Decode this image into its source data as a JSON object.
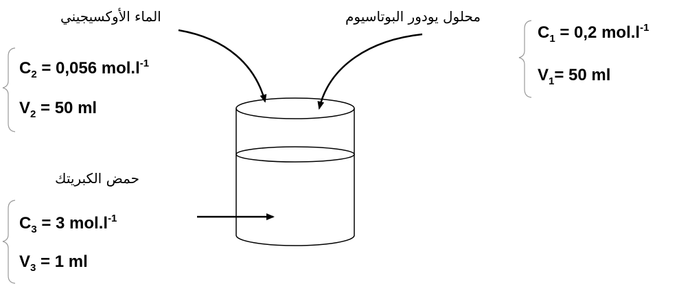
{
  "labels": {
    "oxygen_water": "الماء الأوكسيجيني",
    "potassium_iodide": "محلول يودور البوتاسيوم",
    "sulfuric_acid": "حمض الكبريتك"
  },
  "values": {
    "c1": {
      "sym": "C",
      "sub": "1",
      "text": " = 0,2 mol.l",
      "sup": "-1"
    },
    "v1": {
      "sym": "V",
      "sub": "1",
      "text": "= 50 ml"
    },
    "c2": {
      "sym": "C",
      "sub": "2",
      "text": " = 0,056 mol.l",
      "sup": "-1"
    },
    "v2": {
      "sym": "V",
      "sub": "2",
      "text": " = 50 ml"
    },
    "c3": {
      "sym": "C",
      "sub": "3",
      "text": " = 3 mol.l",
      "sup": "-1"
    },
    "v3": {
      "sym": "V",
      "sub": "3",
      "text": " = 1 ml"
    }
  }
}
